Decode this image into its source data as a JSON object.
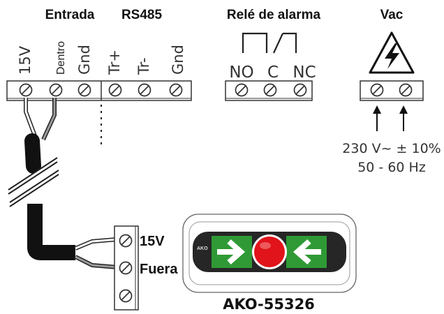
{
  "headers": {
    "entrada": "Entrada",
    "rs485": "RS485",
    "rele": "Relé de alarma",
    "vac": "Vac"
  },
  "pins": {
    "v15": "15V",
    "dentro": "Dentro",
    "gnd1": "Gnd",
    "trplus": "Tr+",
    "trminus": "Tr-",
    "gnd2": "Gnd"
  },
  "relay": {
    "no": "NO",
    "c": "C",
    "nc": "NC"
  },
  "supply": {
    "voltage": "230 V~ ± 10%",
    "frequency": "50 - 60 Hz"
  },
  "device": {
    "term_15v": "15V",
    "term_fuera": "Fuera",
    "brand": "AKO",
    "model": "AKO-55326"
  },
  "colors": {
    "green": "#2f9a35",
    "red": "#e0141a",
    "panel": "#262626"
  }
}
